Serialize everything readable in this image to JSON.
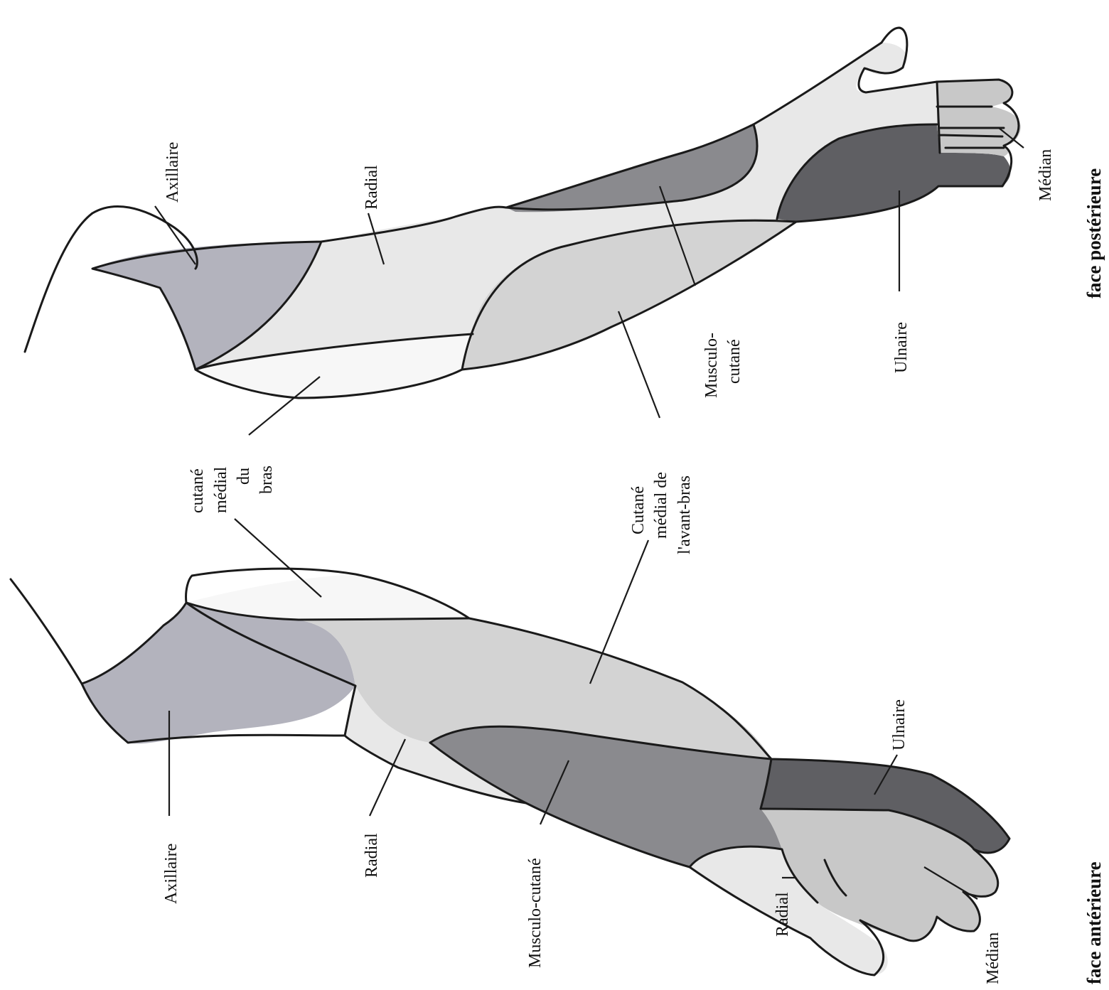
{
  "colors": {
    "background": "#ffffff",
    "ink": "#1a1a1a",
    "axillaire": "#b3b3bd",
    "radial": "#e8e8e8",
    "musculo_cutane": "#8a8a8e",
    "cutane_medial_avant_bras": "#d3d3d3",
    "cutane_medial_bras": "#f7f7f7",
    "ulnaire": "#5f5f63",
    "median": "#c8c8c8"
  },
  "figures": {
    "posterior": {
      "caption": "face postérieure",
      "labels": {
        "axillaire": "Axillaire",
        "radial": "Radial",
        "musculo_cutane_1": "Musculo-",
        "musculo_cutane_2": "cutané",
        "ulnaire": "Ulnaire",
        "median": "Médian"
      }
    },
    "anterior": {
      "caption": "face antérieure",
      "labels": {
        "axillaire": "Axillaire",
        "radial_arm": "Radial",
        "musculo_cutane": "Musculo-cutané",
        "radial_hand": "Radial",
        "median": "Médian",
        "ulnaire": "Ulnaire"
      }
    },
    "shared": {
      "cutane_medial_bras": [
        "cutané",
        "médial",
        "du",
        "bras"
      ],
      "cutane_medial_avant_bras": [
        "Cutané",
        "médial de",
        "l'avant-bras"
      ]
    }
  }
}
